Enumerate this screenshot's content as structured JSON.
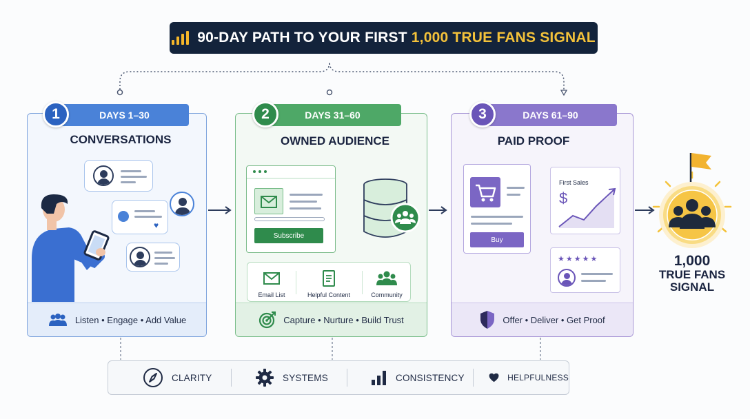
{
  "title": {
    "main": "90-DAY PATH TO YOUR FIRST ",
    "accent": "1,000 TRUE FANS SIGNAL",
    "icon": "signal-bars-icon",
    "accent_color": "#f4c23a"
  },
  "phases": [
    {
      "number": "1",
      "days": "DAYS 1–30",
      "title": "CONVERSATIONS",
      "footer": "Listen • Engage • Add Value",
      "footer_icon": "people-icon",
      "color": "#4a82d8"
    },
    {
      "number": "2",
      "days": "DAYS 31–60",
      "title": "OWNED AUDIENCE",
      "footer": "Capture • Nurture • Build Trust",
      "footer_icon": "target-icon",
      "color": "#4ea867",
      "subscribe_label": "Subscribe",
      "assets": [
        {
          "label": "Email List",
          "icon": "envelope-icon"
        },
        {
          "label": "Helpful Content",
          "icon": "document-icon"
        },
        {
          "label": "Community",
          "icon": "community-icon"
        }
      ]
    },
    {
      "number": "3",
      "days": "DAYS 61–90",
      "title": "PAID PROOF",
      "footer": "Offer • Deliver • Get Proof",
      "footer_icon": "shield-icon",
      "color": "#8a77cc",
      "buy_label": "Buy",
      "sales_label": "First Sales",
      "currency_symbol": "$"
    }
  ],
  "principles": [
    {
      "label": "CLARITY",
      "icon": "compass-icon"
    },
    {
      "label": "SYSTEMS",
      "icon": "gear-icon"
    },
    {
      "label": "CONSISTENCY",
      "icon": "bar-chart-icon"
    },
    {
      "label": "HELPFULNESS",
      "icon": "heart-icon"
    }
  ],
  "result": {
    "line1": "1,000",
    "line2": "TRUE FANS",
    "line3": "SIGNAL",
    "icon": "flag-icon"
  }
}
